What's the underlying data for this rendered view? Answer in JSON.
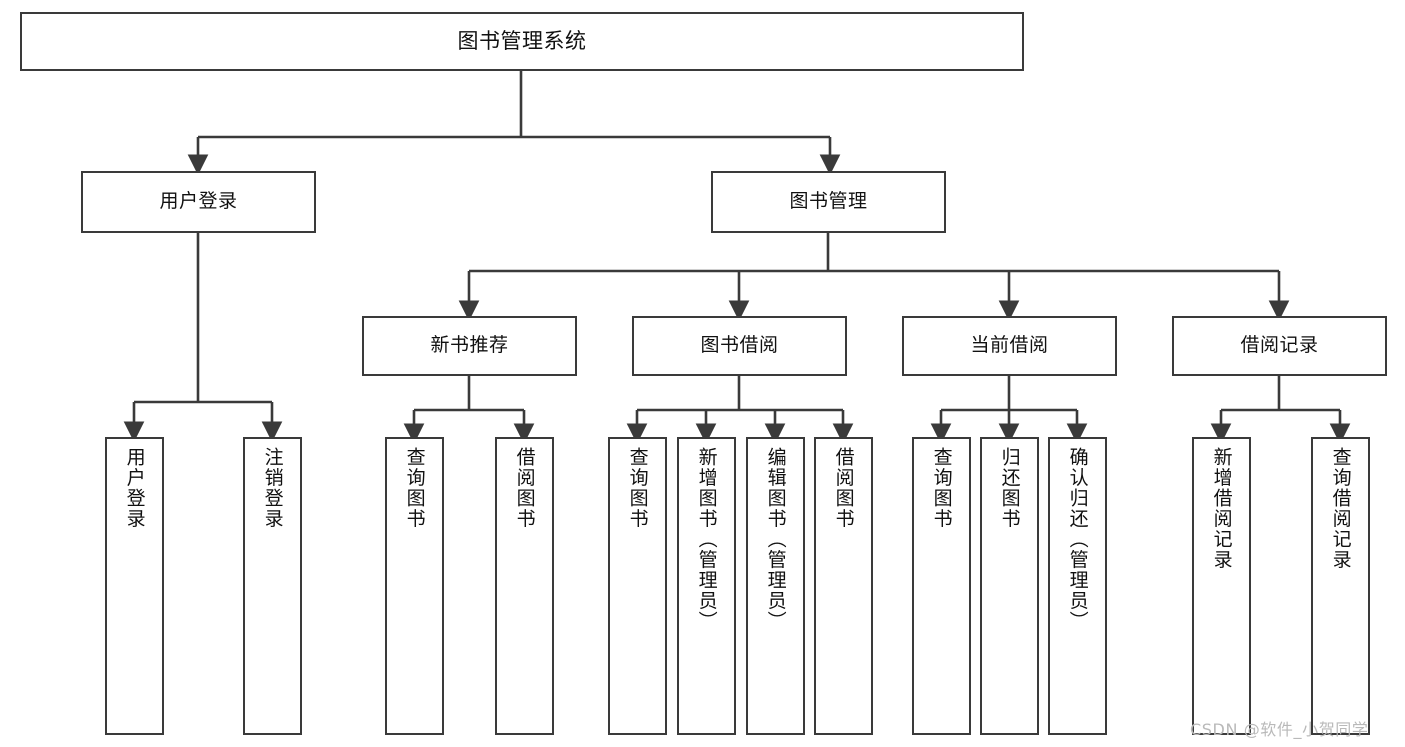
{
  "diagram": {
    "type": "tree-hierarchy",
    "title": "图书管理系统",
    "watermark": "CSDN @软件_小贺同学",
    "colors": {
      "box_border": "#3a3a3a",
      "box_fill": "#ffffff",
      "connector": "#3a3a3a",
      "text": "#111111",
      "watermark": "#b9b9b9",
      "background": "#ffffff"
    },
    "root": {
      "label": "图书管理系统"
    },
    "level2": [
      {
        "label": "用户登录"
      },
      {
        "label": "图书管理"
      }
    ],
    "level3": [
      {
        "label": "新书推荐"
      },
      {
        "label": "图书借阅"
      },
      {
        "label": "当前借阅"
      },
      {
        "label": "借阅记录"
      }
    ],
    "leaves": {
      "user_login": [
        {
          "label": "用户登录"
        },
        {
          "label": "注销登录"
        }
      ],
      "new_book_recommend": [
        {
          "label": "查询图书"
        },
        {
          "label": "借阅图书"
        }
      ],
      "book_borrow": [
        {
          "label": "查询图书"
        },
        {
          "label": "新增图书（管理员）"
        },
        {
          "label": "编辑图书（管理员）"
        },
        {
          "label": "借阅图书"
        }
      ],
      "current_borrow": [
        {
          "label": "查询图书"
        },
        {
          "label": "归还图书"
        },
        {
          "label": "确认归还（管理员）"
        }
      ],
      "borrow_record": [
        {
          "label": "新增借阅记录"
        },
        {
          "label": "查询借阅记录"
        }
      ]
    }
  }
}
